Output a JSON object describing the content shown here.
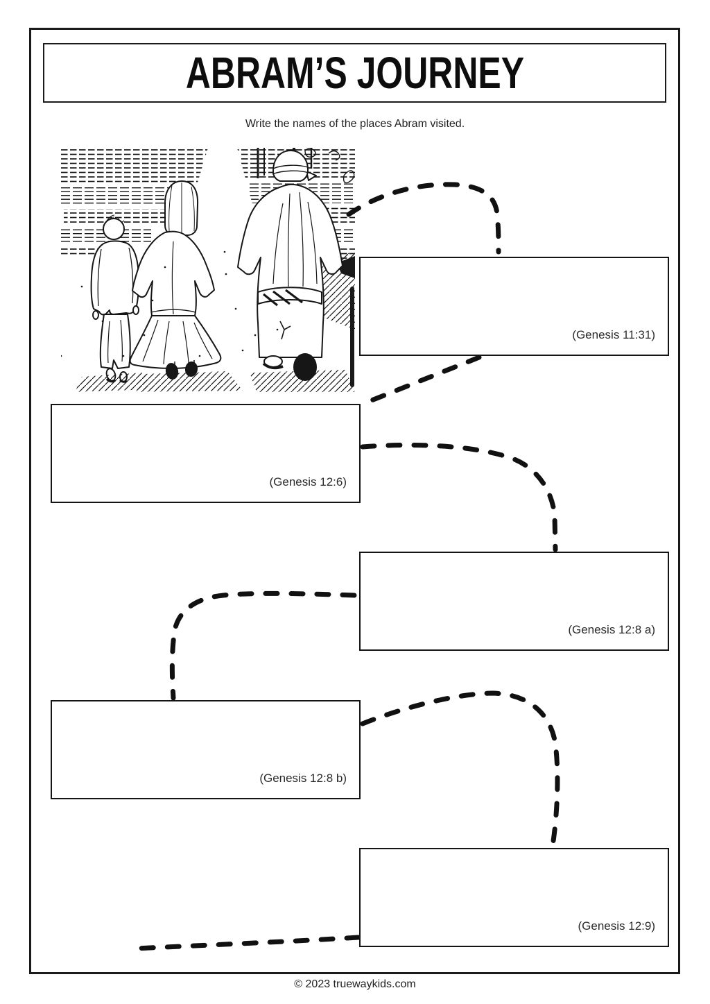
{
  "page": {
    "title": "ABRAM’S JOURNEY",
    "instruction": "Write the names of the places Abram visited.",
    "footer": "© 2023 truewaykids.com"
  },
  "answer_boxes": [
    {
      "reference": "(Genesis 11:31)"
    },
    {
      "reference": "(Genesis 12:6)"
    },
    {
      "reference": "(Genesis 12:8 a)"
    },
    {
      "reference": "(Genesis 12:8 b)"
    },
    {
      "reference": "(Genesis 12:9)"
    }
  ],
  "illustration": {
    "description": "Black and white line drawing of a man, woman and boy walking away along a path"
  },
  "colors": {
    "ink": "#1a1a1a",
    "paper": "#ffffff"
  }
}
